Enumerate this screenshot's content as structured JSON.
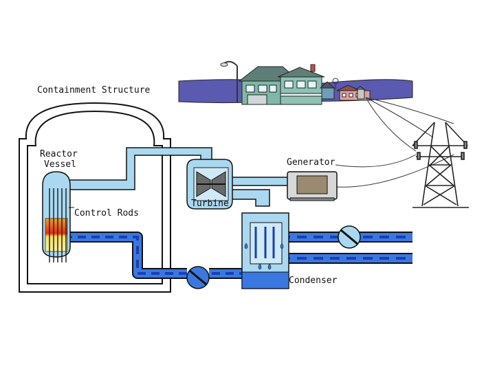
{
  "labels": {
    "containment": "Containment Structure",
    "reactor_line1": "Reactor",
    "reactor_line2": "Vessel",
    "control_rods": "Control Rods",
    "generator": "Generator",
    "turbine": "Turbine",
    "condenser": "Condenser"
  },
  "colors": {
    "steam": "#a9d8f0",
    "water": "#3a78e0",
    "water_dash": "#1a3fb0",
    "outline": "#111111",
    "land": "#5a5ab0",
    "house": "#7fb8a8"
  },
  "icons": [
    "house-icon",
    "power-tower-icon",
    "pump-icon",
    "turbine-icon",
    "generator-icon"
  ]
}
